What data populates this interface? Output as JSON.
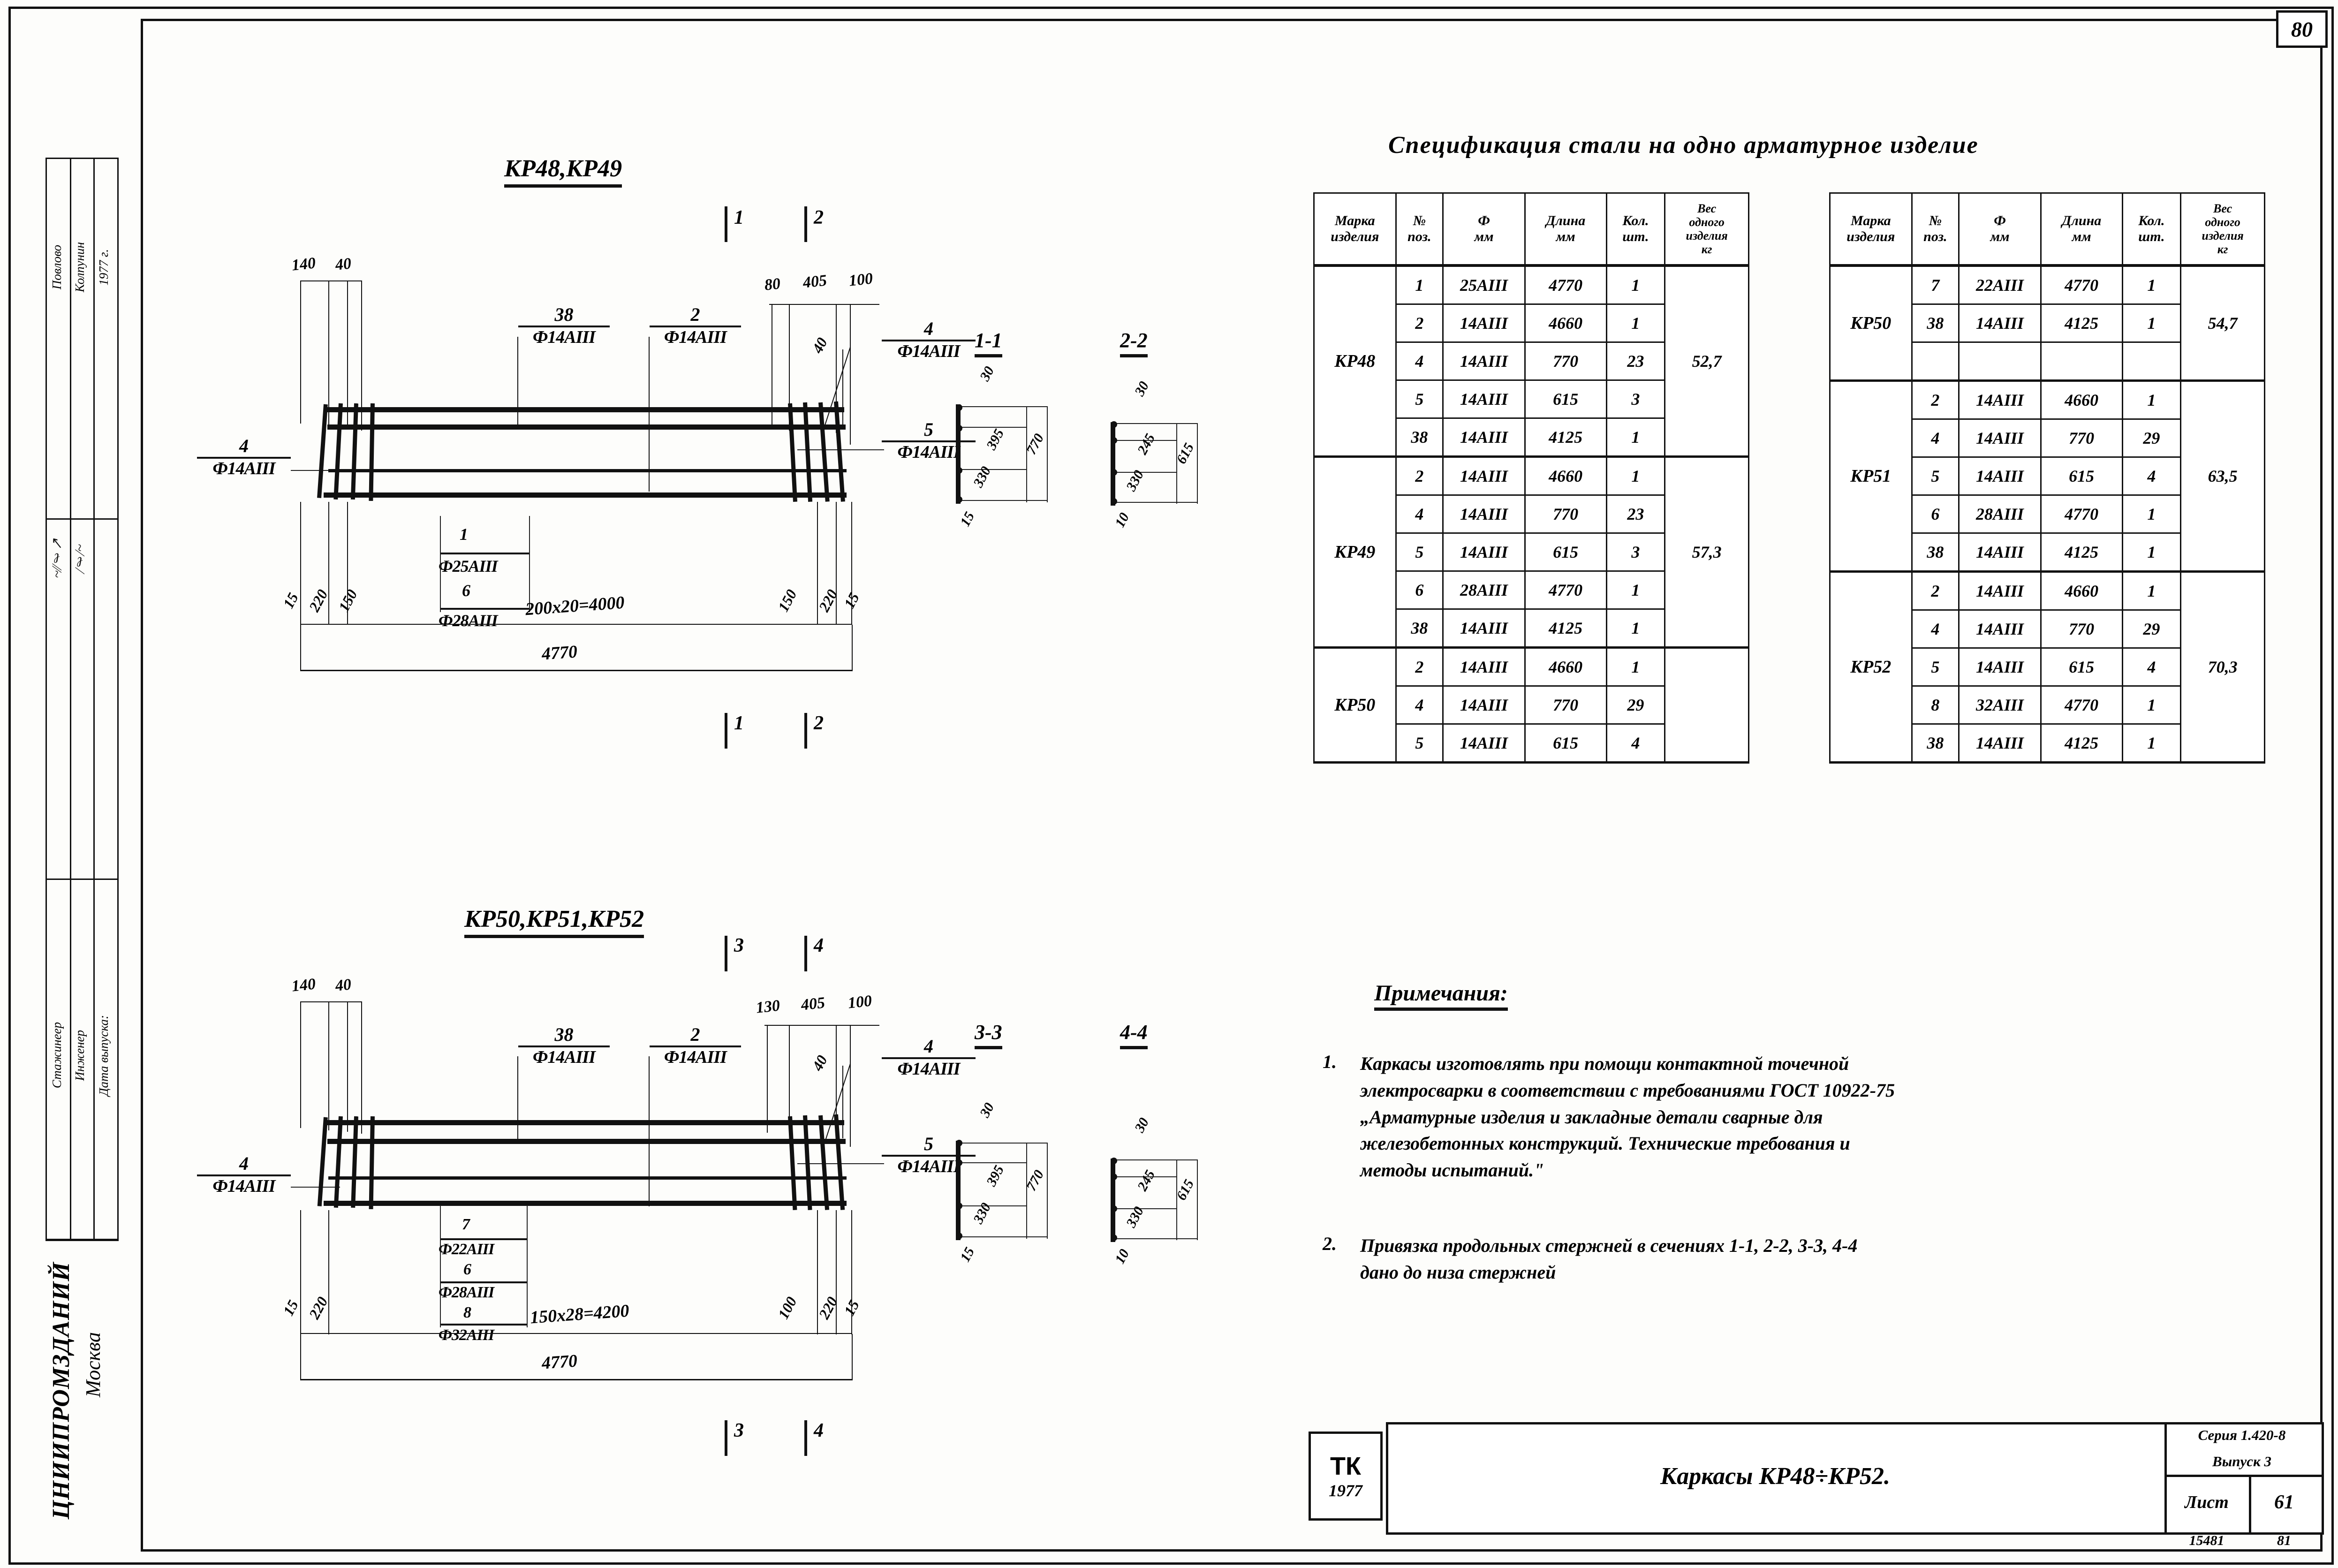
{
  "sheet": {
    "page_number": "80",
    "organization": "ЦНИИПРОМЗДАНИЙ",
    "city": "Москва"
  },
  "left_stamp": {
    "rows": [
      {
        "role": "Стажинеер",
        "role2": "Инженер",
        "label": "Дата выпуска:"
      },
      {
        "sig1": "Гг ч, в",
        "sig2": "Сваря",
        "label": ""
      },
      {
        "name1": "Повлово",
        "name2": "Колпунин",
        "date": "1977 г."
      }
    ],
    "cells": [
      {
        "label": "Стажинеер"
      },
      {
        "label": "Инженер"
      },
      {
        "label": "Дата выпуска:"
      },
      {
        "label": "Повлово"
      },
      {
        "label": "Колпунин"
      },
      {
        "label": "1977 г."
      }
    ]
  },
  "drawing_top": {
    "title": "КР48,КР49",
    "section_marks": [
      "1",
      "2"
    ],
    "top_left_dims": [
      "140",
      "40"
    ],
    "top_right_dims": [
      "80",
      "405",
      "100"
    ],
    "dim_40": "40",
    "callout_38": {
      "num": "38",
      "spec": "Ф14АIII"
    },
    "callout_2": {
      "num": "2",
      "spec": "Ф14АIII"
    },
    "callout_4_right": {
      "num": "4",
      "spec": "Ф14АIII"
    },
    "callout_5_right": {
      "num": "5",
      "spec": "Ф14АIII"
    },
    "callout_4_left": {
      "num": "4",
      "spec": "Ф14АIII"
    },
    "callout_1_6": {
      "num1": "1",
      "spec1": "Ф25АIII",
      "num2": "6",
      "spec2": "Ф28АIII"
    },
    "bottom_dims_left": [
      "15",
      "220",
      "150"
    ],
    "bottom_dim_center": "200x20=4000",
    "bottom_dims_right": [
      "150",
      "220",
      "15"
    ],
    "overall": "4770",
    "section_marks_bottom": [
      "1",
      "2"
    ]
  },
  "drawing_bottom": {
    "title": "КР50,КР51,КР52",
    "section_marks": [
      "3",
      "4"
    ],
    "top_left_dims": [
      "140",
      "40"
    ],
    "top_right_dims": [
      "130",
      "405",
      "100"
    ],
    "dim_40": "40",
    "callout_38": {
      "num": "38",
      "spec": "Ф14АIII"
    },
    "callout_2": {
      "num": "2",
      "spec": "Ф14АIII"
    },
    "callout_4_right": {
      "num": "4",
      "spec": "Ф14АIII"
    },
    "callout_5_right": {
      "num": "5",
      "spec": "Ф14АIII"
    },
    "callout_4_left": {
      "num": "4",
      "spec": "Ф14АIII"
    },
    "callout_7_6_8": {
      "num1": "7",
      "spec1": "Ф22АIII",
      "num2": "6",
      "spec2": "Ф28АIII",
      "num3": "8",
      "spec3": "Ф32АIII"
    },
    "bottom_dims_left": [
      "15",
      "220"
    ],
    "bottom_dim_center": "150x28=4200",
    "bottom_dims_right": [
      "100",
      "220",
      "15"
    ],
    "overall": "4770",
    "section_marks_bottom": [
      "3",
      "4"
    ]
  },
  "sections": [
    {
      "label": "1-1",
      "dims_inner": [
        "15",
        "330",
        "395",
        "30"
      ],
      "total": "770"
    },
    {
      "label": "2-2",
      "dims_inner": [
        "10",
        "330",
        "245",
        "30"
      ],
      "total": "615"
    },
    {
      "label": "3-3",
      "dims_inner": [
        "15",
        "330",
        "395",
        "30"
      ],
      "total": "770"
    },
    {
      "label": "4-4",
      "dims_inner": [
        "10",
        "330",
        "245",
        "30"
      ],
      "total": "615"
    }
  ],
  "spec_title": "Спецификация стали на одно арматурное изделие",
  "table_headers": [
    "Марка изделия",
    "№ поз.",
    "Ф мм",
    "Длина мм",
    "Кол. шт.",
    "Вес одного изделия кг"
  ],
  "table_headers_split": [
    {
      "l1": "Марка",
      "l2": "изделия"
    },
    {
      "l1": "№",
      "l2": "поз."
    },
    {
      "l1": "Ф",
      "l2": "мм"
    },
    {
      "l1": "Длина",
      "l2": "мм"
    },
    {
      "l1": "Кол.",
      "l2": "шт."
    },
    {
      "l1": "Вес",
      "l2": "одного",
      "l3": "изделия",
      "l4": "кг"
    }
  ],
  "table_left": {
    "groups": [
      {
        "mark": "КР48",
        "weight": "52,7",
        "rows": [
          {
            "pos": "1",
            "dia": "25АIII",
            "len": "4770",
            "qty": "1"
          },
          {
            "pos": "2",
            "dia": "14АIII",
            "len": "4660",
            "qty": "1"
          },
          {
            "pos": "4",
            "dia": "14АIII",
            "len": "770",
            "qty": "23"
          },
          {
            "pos": "5",
            "dia": "14АIII",
            "len": "615",
            "qty": "3"
          },
          {
            "pos": "38",
            "dia": "14АIII",
            "len": "4125",
            "qty": "1"
          }
        ]
      },
      {
        "mark": "КР49",
        "weight": "57,3",
        "rows": [
          {
            "pos": "2",
            "dia": "14АIII",
            "len": "4660",
            "qty": "1"
          },
          {
            "pos": "4",
            "dia": "14АIII",
            "len": "770",
            "qty": "23"
          },
          {
            "pos": "5",
            "dia": "14АIII",
            "len": "615",
            "qty": "3"
          },
          {
            "pos": "6",
            "dia": "28АIII",
            "len": "4770",
            "qty": "1"
          },
          {
            "pos": "38",
            "dia": "14АIII",
            "len": "4125",
            "qty": "1"
          }
        ]
      },
      {
        "mark": "КР50",
        "weight": "",
        "rows": [
          {
            "pos": "2",
            "dia": "14АIII",
            "len": "4660",
            "qty": "1"
          },
          {
            "pos": "4",
            "dia": "14АIII",
            "len": "770",
            "qty": "29"
          },
          {
            "pos": "5",
            "dia": "14АIII",
            "len": "615",
            "qty": "4"
          }
        ]
      }
    ]
  },
  "table_right": {
    "groups": [
      {
        "mark": "КР50",
        "weight": "54,7",
        "rows": [
          {
            "pos": "7",
            "dia": "22АIII",
            "len": "4770",
            "qty": "1"
          },
          {
            "pos": "38",
            "dia": "14АIII",
            "len": "4125",
            "qty": "1"
          },
          {
            "pos": "",
            "dia": "",
            "len": "",
            "qty": ""
          }
        ]
      },
      {
        "mark": "КР51",
        "weight": "63,5",
        "rows": [
          {
            "pos": "2",
            "dia": "14АIII",
            "len": "4660",
            "qty": "1"
          },
          {
            "pos": "4",
            "dia": "14АIII",
            "len": "770",
            "qty": "29"
          },
          {
            "pos": "5",
            "dia": "14АIII",
            "len": "615",
            "qty": "4"
          },
          {
            "pos": "6",
            "dia": "28АIII",
            "len": "4770",
            "qty": "1"
          },
          {
            "pos": "38",
            "dia": "14АIII",
            "len": "4125",
            "qty": "1"
          }
        ]
      },
      {
        "mark": "КР52",
        "weight": "70,3",
        "rows": [
          {
            "pos": "2",
            "dia": "14АIII",
            "len": "4660",
            "qty": "1"
          },
          {
            "pos": "4",
            "dia": "14АIII",
            "len": "770",
            "qty": "29"
          },
          {
            "pos": "5",
            "dia": "14АIII",
            "len": "615",
            "qty": "4"
          },
          {
            "pos": "8",
            "dia": "32АIII",
            "len": "4770",
            "qty": "1"
          },
          {
            "pos": "38",
            "dia": "14АIII",
            "len": "4125",
            "qty": "1"
          }
        ]
      }
    ]
  },
  "notes": {
    "title": "Примечания:",
    "items": [
      {
        "num": "1.",
        "text": "Каркасы изготовлять при помощи контактной точечной\nэлектросварки в соответствии с требованиями ГОСТ 10922-75\n„Арматурные изделия и закладные детали сварные для\nжелезобетонных конструкций. Технические требования и\nметоды испытаний.\""
      },
      {
        "num": "2.",
        "text": "Привязка продольных стержней в сечениях 1-1, 2-2, 3-3, 4-4\nдано до низа стержней"
      }
    ]
  },
  "title_block": {
    "stamp_code": "ТК",
    "stamp_year": "1977",
    "drawing_name": "Каркасы КР48÷КР52.",
    "series": "Серия 1.420-8",
    "issue": "Выпуск 3",
    "sheet_label": "Лист",
    "sheet_value": "61",
    "order_code": "15481",
    "order_page": "81"
  }
}
